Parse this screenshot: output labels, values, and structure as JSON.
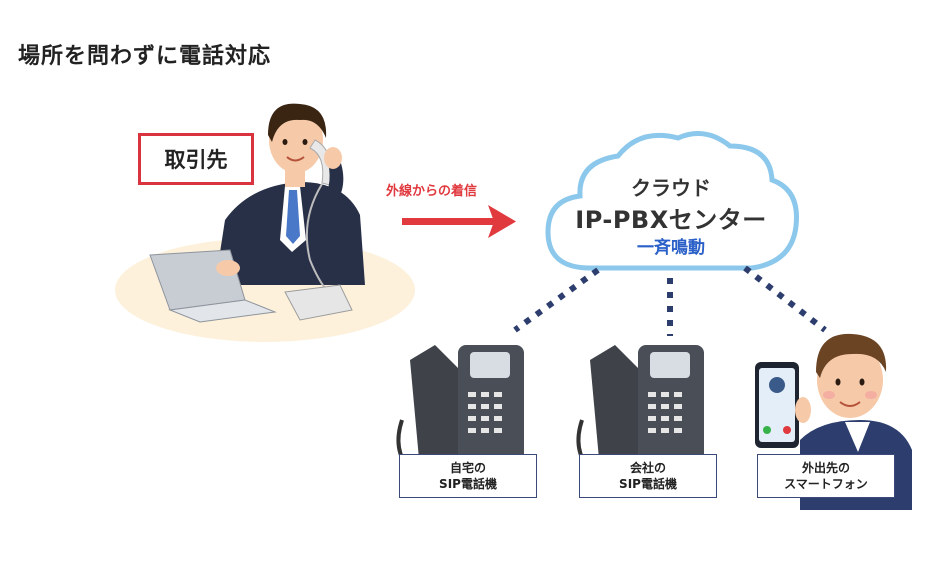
{
  "title": "場所を問わずに電話対応",
  "client_label": "取引先",
  "incoming_label": "外線からの着信",
  "cloud": {
    "line1": "クラウド",
    "line2": "IP-PBXセンター",
    "line3": "一斉鳴動"
  },
  "endpoints": [
    {
      "line1": "自宅の",
      "line2": "SIP電話機"
    },
    {
      "line1": "会社の",
      "line2": "SIP電話機"
    },
    {
      "line1": "外出先の",
      "line2": "スマートフォン"
    }
  ],
  "colors": {
    "accent_red": "#e0393e",
    "box_red": "#d9333f",
    "cloud_blue": "#2a60c8",
    "navy": "#2d3e6e"
  }
}
